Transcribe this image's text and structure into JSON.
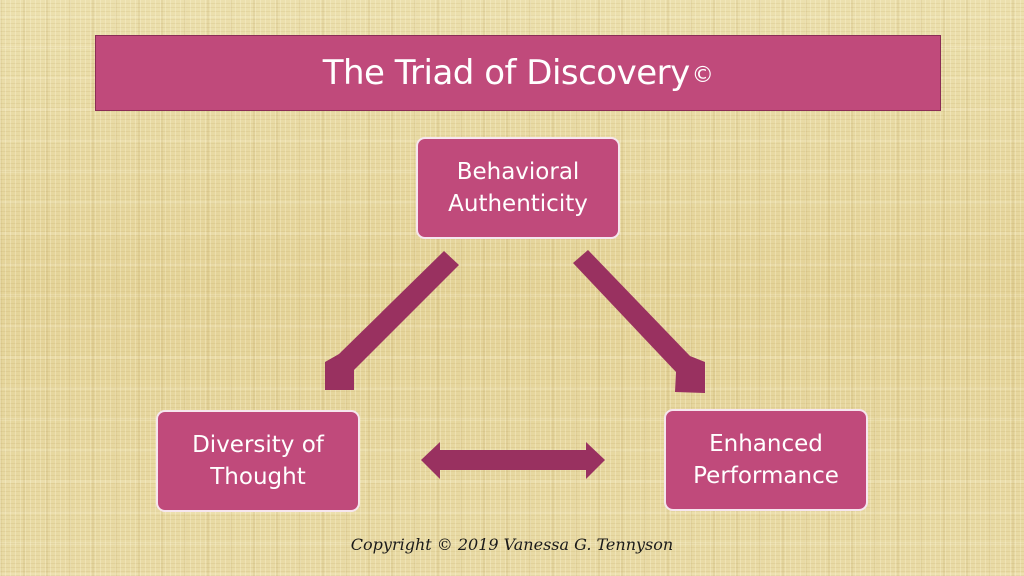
{
  "title": {
    "text": "The Triad of Discovery",
    "mark": "©"
  },
  "nodes": {
    "top": {
      "line1": "Behavioral",
      "line2": "Authenticity"
    },
    "left": {
      "line1": "Diversity of",
      "line2": "Thought"
    },
    "right": {
      "line1": "Enhanced",
      "line2": "Performance"
    }
  },
  "arrows": [
    {
      "from": "Behavioral Authenticity",
      "to": "Diversity of Thought",
      "type": "one-way"
    },
    {
      "from": "Behavioral Authenticity",
      "to": "Enhanced Performance",
      "type": "one-way"
    },
    {
      "from": "Diversity of Thought",
      "to": "Enhanced Performance",
      "type": "two-way"
    }
  ],
  "footer": {
    "copyright": "Copyright © 2019 Vanessa G. Tennyson"
  },
  "colors": {
    "box_fill": "#c04a7b",
    "arrow_fill": "#993160",
    "background": "#e6d59c",
    "text": "#ffffff"
  }
}
